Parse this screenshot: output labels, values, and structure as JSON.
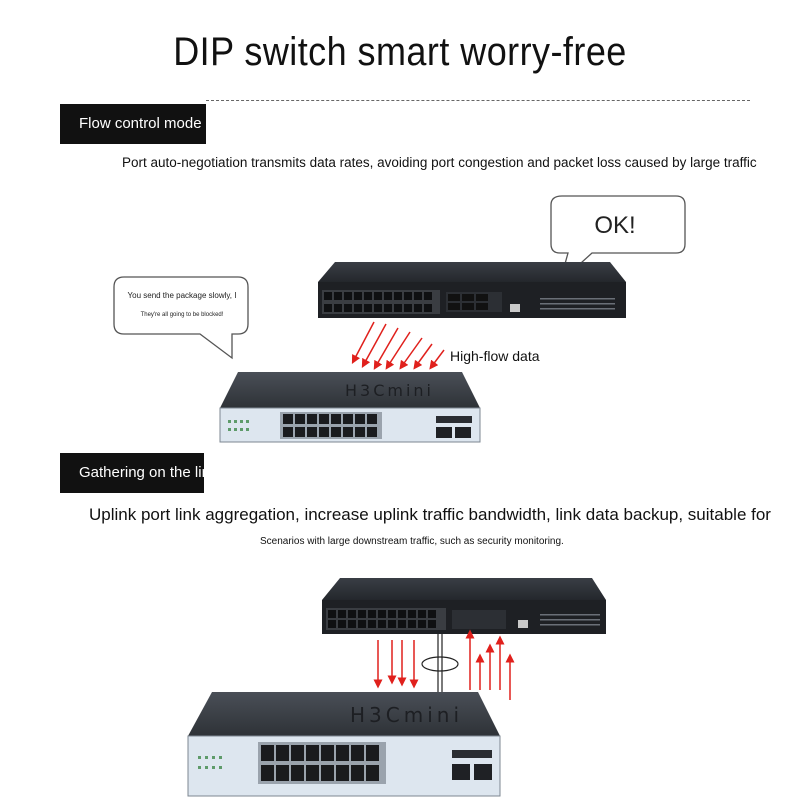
{
  "page": {
    "title": "DIP switch smart worry-free"
  },
  "section1": {
    "tag": "Flow control mode",
    "description": "Port auto-negotiation transmits data rates, avoiding port congestion and packet loss caused by large traffic",
    "ok_bubble": "OK!",
    "bubble_line1": "You send the package slowly, I",
    "bubble_line2": "They're all going to be blocked!",
    "flow_label": "High-flow data",
    "switch_brand": "H3Cmini"
  },
  "section2": {
    "tag": "Gathering on the link",
    "description": "Uplink port link aggregation, increase uplink traffic bandwidth, link data backup, suitable for",
    "subdescription": "Scenarios with large downstream traffic, such as security monitoring.",
    "switch_brand": "H3Cmini"
  },
  "colors": {
    "arrow_red": "#e0201c",
    "tag_bg": "#111111",
    "switch_body": "#2b2e33",
    "switch_panel": "#dde6ef"
  }
}
